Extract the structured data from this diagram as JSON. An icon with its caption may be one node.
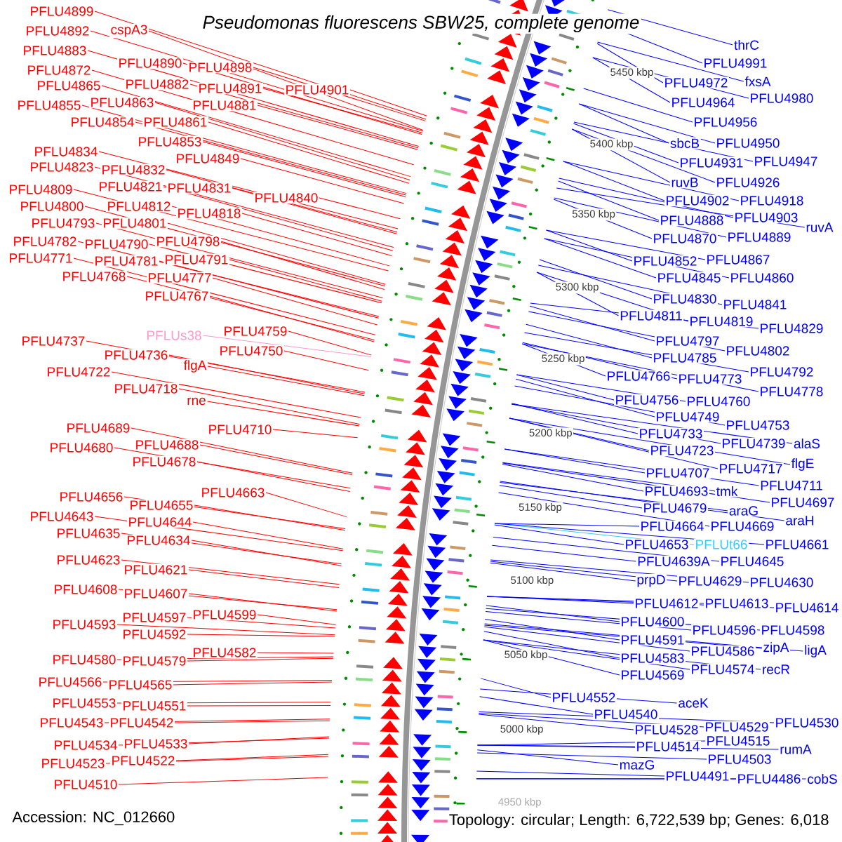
{
  "diagram": {
    "title": "Pseudomonas fluorescens SBW25, complete genome",
    "nodes": [
      {
        "text": [
          "PFLU4899"
        ]
      },
      {
        "text": [
          "PFLU4892"
        ]
      },
      {
        "text": [
          "cspA3"
        ]
      },
      {
        "text": [
          "PFLU4883"
        ]
      },
      {
        "text": [
          "PFLU4890"
        ]
      },
      {
        "text": [
          "PFLU4898"
        ]
      },
      {
        "text": [
          "PFLU4872"
        ]
      },
      {
        "text": [
          "PFLU4882"
        ]
      },
      {
        "text": [
          "PFLU4891"
        ]
      },
      {
        "text": [
          "PFLU4901"
        ]
      },
      {
        "text": [
          "PFLU4865"
        ]
      },
      {
        "text": [
          "PFLU4881"
        ]
      },
      {
        "text": [
          "PFLU4855"
        ]
      },
      {
        "text": [
          "PFLU4863"
        ]
      },
      {
        "text": [
          "PFLU4854"
        ]
      },
      {
        "text": [
          "PFLU4861"
        ]
      },
      {
        "text": [
          "PFLU4853"
        ]
      },
      {
        "text": [
          "PFLU4834"
        ]
      },
      {
        "text": [
          "PFLU4849"
        ]
      },
      {
        "text": [
          "PFLU4823"
        ]
      },
      {
        "text": [
          "PFLU4832"
        ]
      },
      {
        "text": [
          "PFLU4809"
        ]
      },
      {
        "text": [
          "PFLU4821"
        ]
      },
      {
        "text": [
          "PFLU4831"
        ]
      },
      {
        "text": [
          "PFLU4840"
        ]
      },
      {
        "text": [
          "PFLU4800"
        ]
      },
      {
        "text": [
          "PFLU4812"
        ]
      },
      {
        "text": [
          "PFLU4818"
        ]
      },
      {
        "text": [
          "PFLU4793"
        ]
      },
      {
        "text": [
          "PFLU4801"
        ]
      },
      {
        "text": [
          "PFLU4782"
        ]
      },
      {
        "text": [
          "PFLU4790"
        ]
      },
      {
        "text": [
          "PFLU4798"
        ]
      },
      {
        "text": [
          "PFLU4771"
        ]
      },
      {
        "text": [
          "PFLU4781"
        ]
      },
      {
        "text": [
          "PFLU4791"
        ]
      },
      {
        "text": [
          "PFLU4768"
        ]
      },
      {
        "text": [
          "PFLU4777"
        ]
      },
      {
        "text": [
          "PFLU4767"
        ]
      },
      {
        "text": [
          "PFLUs38"
        ]
      },
      {
        "text": [
          "PFLU4759"
        ]
      },
      {
        "text": [
          "PFLU4737"
        ]
      },
      {
        "text": [
          "PFLU4750"
        ]
      },
      {
        "text": [
          "PFLU4736"
        ]
      },
      {
        "text": [
          "flgA"
        ]
      },
      {
        "text": [
          "PFLU4722"
        ]
      },
      {
        "text": [
          "PFLU4718"
        ]
      },
      {
        "text": [
          "rne"
        ]
      },
      {
        "text": [
          "PFLU4689"
        ]
      },
      {
        "text": [
          "PFLU4710"
        ]
      },
      {
        "text": [
          "PFLU4680"
        ]
      },
      {
        "text": [
          "PFLU4688"
        ]
      },
      {
        "text": [
          "PFLU4678"
        ]
      },
      {
        "text": [
          "PFLU4656"
        ]
      },
      {
        "text": [
          "PFLU4663"
        ]
      },
      {
        "text": [
          "PFLU4655"
        ]
      },
      {
        "text": [
          "PFLU4643"
        ]
      },
      {
        "text": [
          "PFLU4644"
        ]
      },
      {
        "text": [
          "PFLU4635"
        ]
      },
      {
        "text": [
          "PFLU4634"
        ]
      },
      {
        "text": [
          "PFLU4623"
        ]
      },
      {
        "text": [
          "PFLU4621"
        ]
      },
      {
        "text": [
          "PFLU4608"
        ]
      },
      {
        "text": [
          "PFLU4607"
        ]
      },
      {
        "text": [
          "PFLU4593"
        ]
      },
      {
        "text": [
          "PFLU4597"
        ]
      },
      {
        "text": [
          "PFLU4599"
        ]
      },
      {
        "text": [
          "PFLU4592"
        ]
      },
      {
        "text": [
          "PFLU4580"
        ]
      },
      {
        "text": [
          "PFLU4579"
        ]
      },
      {
        "text": [
          "PFLU4582"
        ]
      },
      {
        "text": [
          "PFLU4566"
        ]
      },
      {
        "text": [
          "PFLU4565"
        ]
      },
      {
        "text": [
          "PFLU4553"
        ]
      },
      {
        "text": [
          "PFLU4551"
        ]
      },
      {
        "text": [
          "PFLU4543"
        ]
      },
      {
        "text": [
          "PFLU4542"
        ]
      },
      {
        "text": [
          "PFLU4534"
        ]
      },
      {
        "text": [
          "PFLU4533"
        ]
      },
      {
        "text": [
          "PFLU4523"
        ]
      },
      {
        "text": [
          "PFLU4522"
        ]
      },
      {
        "text": [
          "PFLU4510"
        ]
      },
      {
        "text": [
          "thrC"
        ]
      },
      {
        "text": [
          "PFLU4991"
        ]
      },
      {
        "text": [
          "PFLU4972"
        ]
      },
      {
        "text": [
          "fxsA"
        ]
      },
      {
        "text": [
          "PFLU4980"
        ]
      },
      {
        "text": [
          "PFLU4964"
        ]
      },
      {
        "text": [
          "PFLU4956"
        ]
      },
      {
        "text": [
          "sbcB"
        ]
      },
      {
        "text": [
          "PFLU4950"
        ]
      },
      {
        "text": [
          "PFLU4931"
        ]
      },
      {
        "text": [
          "PFLU4947"
        ]
      },
      {
        "text": [
          "ruvB"
        ]
      },
      {
        "text": [
          "PFLU4926"
        ]
      },
      {
        "text": [
          "PFLU4902"
        ]
      },
      {
        "text": [
          "PFLU4918"
        ]
      },
      {
        "text": [
          "PFLU4888"
        ]
      },
      {
        "text": [
          "PFLU4903"
        ]
      },
      {
        "text": [
          "ruvA"
        ]
      },
      {
        "text": [
          "PFLU4870"
        ]
      },
      {
        "text": [
          "PFLU4889"
        ]
      },
      {
        "text": [
          "PFLU4852"
        ]
      },
      {
        "text": [
          "PFLU4867"
        ]
      },
      {
        "text": [
          "PFLU4845"
        ]
      },
      {
        "text": [
          "PFLU4860"
        ]
      },
      {
        "text": [
          "PFLU4830"
        ]
      },
      {
        "text": [
          "PFLU4841"
        ]
      },
      {
        "text": [
          "PFLU4811"
        ]
      },
      {
        "text": [
          "PFLU4819"
        ]
      },
      {
        "text": [
          "PFLU4829"
        ]
      },
      {
        "text": [
          "PFLU4797"
        ]
      },
      {
        "text": [
          "PFLU4785"
        ]
      },
      {
        "text": [
          "PFLU4802"
        ]
      },
      {
        "text": [
          "PFLU4792"
        ]
      },
      {
        "text": [
          "PFLU4766"
        ]
      },
      {
        "text": [
          "PFLU4773"
        ]
      },
      {
        "text": [
          "PFLU4778"
        ]
      },
      {
        "text": [
          "PFLU4756"
        ]
      },
      {
        "text": [
          "PFLU4760"
        ]
      },
      {
        "text": [
          "PFLU4749"
        ]
      },
      {
        "text": [
          "PFLU4753"
        ]
      },
      {
        "text": [
          "PFLU4733"
        ]
      },
      {
        "text": [
          "PFLU4739"
        ]
      },
      {
        "text": [
          "alaS"
        ]
      },
      {
        "text": [
          "PFLU4723"
        ]
      },
      {
        "text": [
          "flgE"
        ]
      },
      {
        "text": [
          "PFLU4707"
        ]
      },
      {
        "text": [
          "PFLU4717"
        ]
      },
      {
        "text": [
          "PFLU4711"
        ]
      },
      {
        "text": [
          "PFLU4693"
        ]
      },
      {
        "text": [
          "tmk"
        ]
      },
      {
        "text": [
          "PFLU4697"
        ]
      },
      {
        "text": [
          "PFLU4679"
        ]
      },
      {
        "text": [
          "araG"
        ]
      },
      {
        "text": [
          "araH"
        ]
      },
      {
        "text": [
          "PFLU4664"
        ]
      },
      {
        "text": [
          "PFLU4669"
        ]
      },
      {
        "text": [
          "PFLU4653"
        ]
      },
      {
        "text": [
          "PFLUt66"
        ]
      },
      {
        "text": [
          "PFLU4661"
        ]
      },
      {
        "text": [
          "PFLU4639A"
        ]
      },
      {
        "text": [
          "PFLU4645"
        ]
      },
      {
        "text": [
          "prpD"
        ]
      },
      {
        "text": [
          "PFLU4629"
        ]
      },
      {
        "text": [
          "PFLU4630"
        ]
      },
      {
        "text": [
          "PFLU4612"
        ]
      },
      {
        "text": [
          "PFLU4613"
        ]
      },
      {
        "text": [
          "PFLU4614"
        ]
      },
      {
        "text": [
          "PFLU4600"
        ]
      },
      {
        "text": [
          "PFLU4596"
        ]
      },
      {
        "text": [
          "PFLU4598"
        ]
      },
      {
        "text": [
          "PFLU4591"
        ]
      },
      {
        "text": [
          "PFLU4586"
        ]
      },
      {
        "text": [
          "zipA"
        ]
      },
      {
        "text": [
          "ligA"
        ]
      },
      {
        "text": [
          "PFLU4583"
        ]
      },
      {
        "text": [
          "PFLU4569"
        ]
      },
      {
        "text": [
          "PFLU4574"
        ]
      },
      {
        "text": [
          "recR"
        ]
      },
      {
        "text": [
          "PFLU4552"
        ]
      },
      {
        "text": [
          "aceK"
        ]
      },
      {
        "text": [
          "PFLU4540"
        ]
      },
      {
        "text": [
          "PFLU4528"
        ]
      },
      {
        "text": [
          "PFLU4529"
        ]
      },
      {
        "text": [
          "PFLU4530"
        ]
      },
      {
        "text": [
          "PFLU4514"
        ]
      },
      {
        "text": [
          "PFLU4515"
        ]
      },
      {
        "text": [
          "rumA"
        ]
      },
      {
        "text": [
          "mazG"
        ]
      },
      {
        "text": [
          "PFLU4503"
        ]
      },
      {
        "text": [
          "PFLU4491"
        ]
      },
      {
        "text": [
          "PFLU4486"
        ]
      },
      {
        "text": [
          "cobS"
        ]
      }
    ],
    "edges": [
      {
        "from": 0,
        "to": null,
        "arrow": "none",
        "color": "#ff0000"
      },
      {
        "from": 1,
        "to": null,
        "arrow": "none",
        "color": "#ff0000"
      },
      {
        "from": 2,
        "to": null,
        "arrow": "none",
        "color": "#ff0000"
      },
      {
        "from": 3,
        "to": null,
        "arrow": "none",
        "color": "#ff0000"
      },
      {
        "from": 4,
        "to": null,
        "arrow": "none",
        "color": "#ff0000"
      },
      {
        "from": 5,
        "to": null,
        "arrow": "none",
        "color": "#ff0000"
      },
      {
        "from": 6,
        "to": null,
        "arrow": "none",
        "color": "#ff0000"
      },
      {
        "from": 7,
        "to": null,
        "arrow": "none",
        "color": "#ff0000"
      },
      {
        "from": 8,
        "to": null,
        "arrow": "none",
        "color": "#ff0000"
      },
      {
        "from": 9,
        "to": null,
        "arrow": "none",
        "color": "#ff0000"
      },
      {
        "from": 10,
        "to": null,
        "arrow": "none",
        "color": "#ff0000"
      },
      {
        "from": 11,
        "to": null,
        "arrow": "none",
        "color": "#ff0000"
      },
      {
        "from": 12,
        "to": null,
        "arrow": "none",
        "color": "#ff0000"
      },
      {
        "from": 13,
        "to": null,
        "arrow": "none",
        "color": "#ff0000"
      },
      {
        "from": 14,
        "to": null,
        "arrow": "none",
        "color": "#ff0000"
      },
      {
        "from": 15,
        "to": null,
        "arrow": "none",
        "color": "#ff0000"
      },
      {
        "from": 16,
        "to": null,
        "arrow": "none",
        "color": "#ff0000"
      },
      {
        "from": 17,
        "to": null,
        "arrow": "none",
        "color": "#ff0000"
      },
      {
        "from": 18,
        "to": null,
        "arrow": "none",
        "color": "#ff0000"
      },
      {
        "from": 19,
        "to": null,
        "arrow": "none",
        "color": "#ff0000"
      },
      {
        "from": 20,
        "to": null,
        "arrow": "none",
        "color": "#ff0000"
      },
      {
        "from": 21,
        "to": null,
        "arrow": "none",
        "color": "#ff0000"
      },
      {
        "from": 22,
        "to": null,
        "arrow": "none",
        "color": "#ff0000"
      },
      {
        "from": 23,
        "to": null,
        "arrow": "none",
        "color": "#ff0000"
      },
      {
        "from": 24,
        "to": null,
        "arrow": "none",
        "color": "#ff0000"
      },
      {
        "from": 25,
        "to": null,
        "arrow": "none",
        "color": "#ff0000"
      },
      {
        "from": 26,
        "to": null,
        "arrow": "none",
        "color": "#ff0000"
      },
      {
        "from": 27,
        "to": null,
        "arrow": "none",
        "color": "#ff0000"
      },
      {
        "from": 28,
        "to": null,
        "arrow": "none",
        "color": "#ff0000"
      },
      {
        "from": 29,
        "to": null,
        "arrow": "none",
        "color": "#ff0000"
      },
      {
        "from": 30,
        "to": null,
        "arrow": "none",
        "color": "#ff0000"
      },
      {
        "from": 31,
        "to": null,
        "arrow": "none",
        "color": "#ff0000"
      },
      {
        "from": 32,
        "to": null,
        "arrow": "none",
        "color": "#ff0000"
      },
      {
        "from": 33,
        "to": null,
        "arrow": "none",
        "color": "#ff0000"
      },
      {
        "from": 34,
        "to": null,
        "arrow": "none",
        "color": "#ff0000"
      },
      {
        "from": 35,
        "to": null,
        "arrow": "none",
        "color": "#ff0000"
      },
      {
        "from": 36,
        "to": null,
        "arrow": "none",
        "color": "#ff0000"
      },
      {
        "from": 37,
        "to": null,
        "arrow": "none",
        "color": "#ff0000"
      },
      {
        "from": 38,
        "to": null,
        "arrow": "none",
        "color": "#ff0000"
      },
      {
        "from": 39,
        "to": null,
        "arrow": "none",
        "color": "#ff99cc"
      },
      {
        "from": 40,
        "to": null,
        "arrow": "none",
        "color": "#ff0000"
      },
      {
        "from": 41,
        "to": null,
        "arrow": "none",
        "color": "#ff0000"
      },
      {
        "from": 42,
        "to": null,
        "arrow": "none",
        "color": "#ff0000"
      },
      {
        "from": 43,
        "to": null,
        "arrow": "none",
        "color": "#ff0000"
      },
      {
        "from": 44,
        "to": null,
        "arrow": "none",
        "color": "#ff0000"
      },
      {
        "from": 45,
        "to": null,
        "arrow": "none",
        "color": "#ff0000"
      },
      {
        "from": 46,
        "to": null,
        "arrow": "none",
        "color": "#ff0000"
      },
      {
        "from": 47,
        "to": null,
        "arrow": "none",
        "color": "#ff0000"
      },
      {
        "from": 48,
        "to": null,
        "arrow": "none",
        "color": "#ff0000"
      },
      {
        "from": 49,
        "to": null,
        "arrow": "none",
        "color": "#ff0000"
      },
      {
        "from": 50,
        "to": null,
        "arrow": "none",
        "color": "#ff0000"
      },
      {
        "from": 51,
        "to": null,
        "arrow": "none",
        "color": "#ff0000"
      },
      {
        "from": 52,
        "to": null,
        "arrow": "none",
        "color": "#ff0000"
      },
      {
        "from": 53,
        "to": null,
        "arrow": "none",
        "color": "#ff0000"
      },
      {
        "from": 54,
        "to": null,
        "arrow": "none",
        "color": "#ff0000"
      },
      {
        "from": 55,
        "to": null,
        "arrow": "none",
        "color": "#ff0000"
      },
      {
        "from": 56,
        "to": null,
        "arrow": "none",
        "color": "#ff0000"
      },
      {
        "from": 57,
        "to": null,
        "arrow": "none",
        "color": "#ff0000"
      },
      {
        "from": 58,
        "to": null,
        "arrow": "none",
        "color": "#ff0000"
      },
      {
        "from": 59,
        "to": null,
        "arrow": "none",
        "color": "#ff0000"
      },
      {
        "from": 60,
        "to": null,
        "arrow": "none",
        "color": "#ff0000"
      },
      {
        "from": 61,
        "to": null,
        "arrow": "none",
        "color": "#ff0000"
      },
      {
        "from": 62,
        "to": null,
        "arrow": "none",
        "color": "#ff0000"
      },
      {
        "from": 63,
        "to": null,
        "arrow": "none",
        "color": "#ff0000"
      },
      {
        "from": 64,
        "to": null,
        "arrow": "none",
        "color": "#ff0000"
      },
      {
        "from": 65,
        "to": null,
        "arrow": "none",
        "color": "#ff0000"
      },
      {
        "from": 66,
        "to": null,
        "arrow": "none",
        "color": "#ff0000"
      },
      {
        "from": 67,
        "to": null,
        "arrow": "none",
        "color": "#ff0000"
      },
      {
        "from": 68,
        "to": null,
        "arrow": "none",
        "color": "#ff0000"
      },
      {
        "from": 69,
        "to": null,
        "arrow": "none",
        "color": "#ff0000"
      },
      {
        "from": 70,
        "to": null,
        "arrow": "none",
        "color": "#ff0000"
      },
      {
        "from": 71,
        "to": null,
        "arrow": "none",
        "color": "#ff0000"
      },
      {
        "from": 72,
        "to": null,
        "arrow": "none",
        "color": "#ff0000"
      },
      {
        "from": 73,
        "to": null,
        "arrow": "none",
        "color": "#ff0000"
      },
      {
        "from": 74,
        "to": null,
        "arrow": "none",
        "color": "#ff0000"
      },
      {
        "from": 75,
        "to": null,
        "arrow": "none",
        "color": "#ff0000"
      },
      {
        "from": 76,
        "to": null,
        "arrow": "none",
        "color": "#ff0000"
      },
      {
        "from": 77,
        "to": null,
        "arrow": "none",
        "color": "#ff0000"
      },
      {
        "from": 78,
        "to": null,
        "arrow": "none",
        "color": "#ff0000"
      },
      {
        "from": 79,
        "to": null,
        "arrow": "none",
        "color": "#ff0000"
      },
      {
        "from": 80,
        "to": null,
        "arrow": "none",
        "color": "#ff0000"
      },
      {
        "from": 81,
        "to": null,
        "arrow": "none",
        "color": "#ff0000"
      },
      {
        "from": 82,
        "to": null,
        "arrow": "none"
      },
      {
        "from": 83,
        "to": null,
        "arrow": "none"
      },
      {
        "from": 84,
        "to": null,
        "arrow": "none"
      },
      {
        "from": 85,
        "to": null,
        "arrow": "none"
      },
      {
        "from": 86,
        "to": null,
        "arrow": "none"
      },
      {
        "from": 87,
        "to": null,
        "arrow": "none"
      },
      {
        "from": 88,
        "to": null,
        "arrow": "none"
      },
      {
        "from": 89,
        "to": null,
        "arrow": "none"
      },
      {
        "from": 90,
        "to": null,
        "arrow": "none"
      },
      {
        "from": 91,
        "to": null,
        "arrow": "none"
      },
      {
        "from": 92,
        "to": null,
        "arrow": "none"
      },
      {
        "from": 93,
        "to": null,
        "arrow": "none"
      },
      {
        "from": 94,
        "to": null,
        "arrow": "none"
      },
      {
        "from": 95,
        "to": null,
        "arrow": "none"
      },
      {
        "from": 96,
        "to": null,
        "arrow": "none"
      },
      {
        "from": 97,
        "to": null,
        "arrow": "none"
      },
      {
        "from": 98,
        "to": null,
        "arrow": "none"
      },
      {
        "from": 99,
        "to": null,
        "arrow": "none"
      },
      {
        "from": 100,
        "to": null,
        "arrow": "none"
      },
      {
        "from": 101,
        "to": null,
        "arrow": "none"
      },
      {
        "from": 102,
        "to": null,
        "arrow": "none"
      },
      {
        "from": 103,
        "to": null,
        "arrow": "none"
      },
      {
        "from": 104,
        "to": null,
        "arrow": "none"
      },
      {
        "from": 105,
        "to": null,
        "arrow": "none"
      },
      {
        "from": 106,
        "to": null,
        "arrow": "none"
      },
      {
        "from": 107,
        "to": null,
        "arrow": "none"
      },
      {
        "from": 108,
        "to": null,
        "arrow": "none"
      },
      {
        "from": 109,
        "to": null,
        "arrow": "none"
      },
      {
        "from": 110,
        "to": null,
        "arrow": "none"
      },
      {
        "from": 111,
        "to": null,
        "arrow": "none"
      },
      {
        "from": 112,
        "to": null,
        "arrow": "none"
      },
      {
        "from": 113,
        "to": null,
        "arrow": "none"
      },
      {
        "from": 114,
        "to": null,
        "arrow": "none"
      },
      {
        "from": 115,
        "to": null,
        "arrow": "none"
      },
      {
        "from": 116,
        "to": null,
        "arrow": "none"
      },
      {
        "from": 117,
        "to": null,
        "arrow": "none"
      },
      {
        "from": 118,
        "to": null,
        "arrow": "none"
      },
      {
        "from": 119,
        "to": null,
        "arrow": "none"
      },
      {
        "from": 120,
        "to": null,
        "arrow": "none"
      },
      {
        "from": 121,
        "to": null,
        "arrow": "none"
      },
      {
        "from": 122,
        "to": null,
        "arrow": "none"
      },
      {
        "from": 123,
        "to": null,
        "arrow": "none"
      },
      {
        "from": 124,
        "to": null,
        "arrow": "none"
      },
      {
        "from": 125,
        "to": null,
        "arrow": "none"
      },
      {
        "from": 126,
        "to": null,
        "arrow": "none"
      },
      {
        "from": 127,
        "to": null,
        "arrow": "none"
      },
      {
        "from": 128,
        "to": null,
        "arrow": "none"
      },
      {
        "from": 129,
        "to": null,
        "arrow": "none"
      },
      {
        "from": 130,
        "to": null,
        "arrow": "none"
      },
      {
        "from": 131,
        "to": null,
        "arrow": "none"
      },
      {
        "from": 132,
        "to": null,
        "arrow": "none"
      },
      {
        "from": 133,
        "to": null,
        "arrow": "none"
      },
      {
        "from": 134,
        "to": null,
        "arrow": "none"
      },
      {
        "from": 135,
        "to": null,
        "arrow": "none"
      },
      {
        "from": 136,
        "to": null,
        "arrow": "none"
      },
      {
        "from": 137,
        "to": null,
        "arrow": "none"
      },
      {
        "from": 138,
        "to": null,
        "arrow": "none"
      },
      {
        "from": 139,
        "to": null,
        "arrow": "none",
        "color": "#33ccff"
      },
      {
        "from": 140,
        "to": null,
        "arrow": "none"
      },
      {
        "from": 141,
        "to": null,
        "arrow": "none"
      },
      {
        "from": 142,
        "to": null,
        "arrow": "none"
      },
      {
        "from": 143,
        "to": null,
        "arrow": "none"
      },
      {
        "from": 144,
        "to": null,
        "arrow": "none"
      },
      {
        "from": 145,
        "to": null,
        "arrow": "none"
      },
      {
        "from": 146,
        "to": null,
        "arrow": "none"
      },
      {
        "from": 147,
        "to": null,
        "arrow": "none"
      },
      {
        "from": 148,
        "to": null,
        "arrow": "none"
      },
      {
        "from": 149,
        "to": null,
        "arrow": "none"
      },
      {
        "from": 150,
        "to": null,
        "arrow": "none"
      },
      {
        "from": 151,
        "to": null,
        "arrow": "none"
      },
      {
        "from": 152,
        "to": null,
        "arrow": "none"
      },
      {
        "from": 153,
        "to": null,
        "arrow": "none"
      },
      {
        "from": 154,
        "to": null,
        "arrow": "none"
      },
      {
        "from": 155,
        "to": null,
        "arrow": "none"
      },
      {
        "from": 156,
        "to": null,
        "arrow": "none"
      },
      {
        "from": 157,
        "to": null,
        "arrow": "none"
      },
      {
        "from": 158,
        "to": null,
        "arrow": "none"
      },
      {
        "from": 159,
        "to": null,
        "arrow": "none"
      },
      {
        "from": 160,
        "to": null,
        "arrow": "none"
      },
      {
        "from": 161,
        "to": null,
        "arrow": "none"
      },
      {
        "from": 162,
        "to": null,
        "arrow": "none"
      },
      {
        "from": 163,
        "to": null,
        "arrow": "none"
      },
      {
        "from": 164,
        "to": null,
        "arrow": "none"
      },
      {
        "from": 165,
        "to": null,
        "arrow": "none"
      },
      {
        "from": 166,
        "to": null,
        "arrow": "none"
      },
      {
        "from": 167,
        "to": null,
        "arrow": "none"
      },
      {
        "from": 168,
        "to": null,
        "arrow": "none"
      },
      {
        "from": 169,
        "to": null,
        "arrow": "none"
      },
      {
        "from": 170,
        "to": null,
        "arrow": "none"
      },
      {
        "from": 171,
        "to": null,
        "arrow": "none"
      },
      {
        "from": 172,
        "to": null,
        "arrow": "none"
      },
      {
        "from": 173,
        "to": null,
        "arrow": "none"
      }
    ],
    "labels": [
      "5450 kbp",
      "5400 kbp",
      "5350 kbp",
      "5300 kbp",
      "5250 kbp",
      "5200 kbp",
      "5150 kbp",
      "5100 kbp",
      "5050 kbp",
      "5000 kbp",
      "4950 kbp",
      "Accession: NC_012660",
      "Topology: circular; Length: 6,722,539 bp; Genes: 6,018"
    ]
  }
}
